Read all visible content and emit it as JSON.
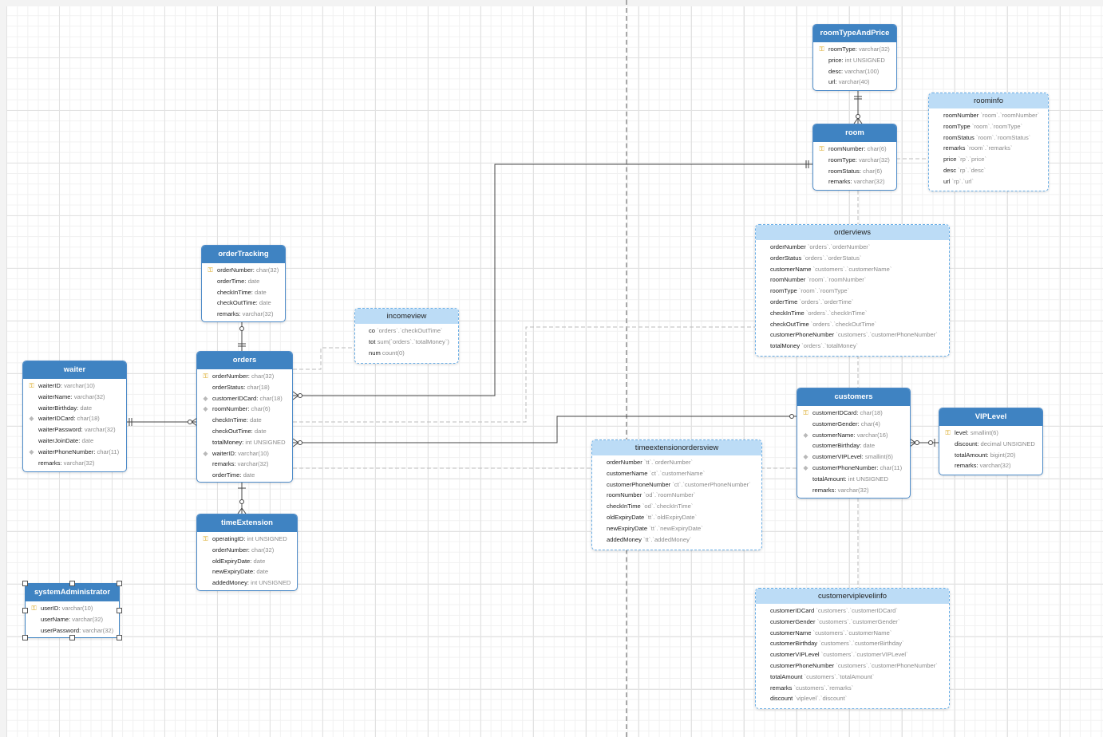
{
  "tables": {
    "roomTypeAndPrice": {
      "title": "roomTypeAndPrice",
      "rows": [
        {
          "name": "roomType",
          "type": "varchar(32)",
          "marker": "key"
        },
        {
          "name": "price",
          "type": "int UNSIGNED",
          "marker": ""
        },
        {
          "name": "desc",
          "type": "varchar(100)",
          "marker": ""
        },
        {
          "name": "url",
          "type": "varchar(40)",
          "marker": ""
        }
      ]
    },
    "room": {
      "title": "room",
      "rows": [
        {
          "name": "roomNumber",
          "type": "char(6)",
          "marker": "key"
        },
        {
          "name": "roomType",
          "type": "varchar(32)",
          "marker": ""
        },
        {
          "name": "roomStatus",
          "type": "char(6)",
          "marker": ""
        },
        {
          "name": "remarks",
          "type": "varchar(32)",
          "marker": ""
        }
      ]
    },
    "orderTracking": {
      "title": "orderTracking",
      "rows": [
        {
          "name": "orderNumber",
          "type": "char(32)",
          "marker": "key"
        },
        {
          "name": "orderTime",
          "type": "date",
          "marker": ""
        },
        {
          "name": "checkInTime",
          "type": "date",
          "marker": ""
        },
        {
          "name": "checkOutTime",
          "type": "date",
          "marker": ""
        },
        {
          "name": "remarks",
          "type": "varchar(32)",
          "marker": ""
        }
      ]
    },
    "orders": {
      "title": "orders",
      "rows": [
        {
          "name": "orderNumber",
          "type": "char(32)",
          "marker": "key"
        },
        {
          "name": "orderStatus",
          "type": "char(18)",
          "marker": ""
        },
        {
          "name": "customerIDCard",
          "type": "char(18)",
          "marker": "fk"
        },
        {
          "name": "roomNumber",
          "type": "char(6)",
          "marker": "fk"
        },
        {
          "name": "checkInTime",
          "type": "date",
          "marker": ""
        },
        {
          "name": "checkOutTime",
          "type": "date",
          "marker": ""
        },
        {
          "name": "totalMoney",
          "type": "int UNSIGNED",
          "marker": ""
        },
        {
          "name": "waiterID",
          "type": "varchar(10)",
          "marker": "fk"
        },
        {
          "name": "remarks",
          "type": "varchar(32)",
          "marker": ""
        },
        {
          "name": "orderTime",
          "type": "date",
          "marker": ""
        }
      ]
    },
    "waiter": {
      "title": "waiter",
      "rows": [
        {
          "name": "waiterID",
          "type": "varchar(10)",
          "marker": "key"
        },
        {
          "name": "waiterName",
          "type": "varchar(32)",
          "marker": ""
        },
        {
          "name": "waiterBirthday",
          "type": "date",
          "marker": ""
        },
        {
          "name": "waiterIDCard",
          "type": "char(18)",
          "marker": "fk"
        },
        {
          "name": "waiterPassword",
          "type": "varchar(32)",
          "marker": ""
        },
        {
          "name": "waiterJoinDate",
          "type": "date",
          "marker": ""
        },
        {
          "name": "waiterPhoneNumber",
          "type": "char(11)",
          "marker": "fk"
        },
        {
          "name": "remarks",
          "type": "varchar(32)",
          "marker": ""
        }
      ]
    },
    "timeExtension": {
      "title": "timeExtension",
      "rows": [
        {
          "name": "operatingID",
          "type": "int UNSIGNED",
          "marker": "key"
        },
        {
          "name": "orderNumber",
          "type": "char(32)",
          "marker": ""
        },
        {
          "name": "oldExpiryDate",
          "type": "date",
          "marker": ""
        },
        {
          "name": "newExpiryDate",
          "type": "date",
          "marker": ""
        },
        {
          "name": "addedMoney",
          "type": "int UNSIGNED",
          "marker": ""
        }
      ]
    },
    "systemAdministrator": {
      "title": "systemAdministrator",
      "rows": [
        {
          "name": "userID",
          "type": "varchar(10)",
          "marker": "key"
        },
        {
          "name": "userName",
          "type": "varchar(32)",
          "marker": ""
        },
        {
          "name": "userPassword",
          "type": "varchar(32)",
          "marker": ""
        }
      ]
    },
    "customers": {
      "title": "customers",
      "rows": [
        {
          "name": "customerIDCard",
          "type": "char(18)",
          "marker": "key"
        },
        {
          "name": "customerGender",
          "type": "char(4)",
          "marker": ""
        },
        {
          "name": "customerName",
          "type": "varchar(16)",
          "marker": "fk"
        },
        {
          "name": "customerBirthday",
          "type": "date",
          "marker": ""
        },
        {
          "name": "customerVIPLevel",
          "type": "smallint(6)",
          "marker": "fk"
        },
        {
          "name": "customerPhoneNumber",
          "type": "char(11)",
          "marker": "fk"
        },
        {
          "name": "totalAmount",
          "type": "int UNSIGNED",
          "marker": ""
        },
        {
          "name": "remarks",
          "type": "varchar(32)",
          "marker": ""
        }
      ]
    },
    "VIPLevel": {
      "title": "VIPLevel",
      "rows": [
        {
          "name": "level",
          "type": "smallint(6)",
          "marker": "key"
        },
        {
          "name": "discount",
          "type": "decimal UNSIGNED",
          "marker": ""
        },
        {
          "name": "totalAmount",
          "type": "bigint(20)",
          "marker": ""
        },
        {
          "name": "remarks",
          "type": "varchar(32)",
          "marker": ""
        }
      ]
    }
  },
  "views": {
    "roominfo": {
      "title": "roominfo",
      "rows": [
        {
          "name": "roomNumber",
          "expr": "`room`.`roomNumber`"
        },
        {
          "name": "roomType",
          "expr": "`room`.`roomType`"
        },
        {
          "name": "roomStatus",
          "expr": "`room`.`roomStatus`"
        },
        {
          "name": "remarks",
          "expr": "`room`.`remarks`"
        },
        {
          "name": "price",
          "expr": "`rp`.`price`"
        },
        {
          "name": "desc",
          "expr": "`rp`.`desc`"
        },
        {
          "name": "url",
          "expr": "`rp`.`url`"
        }
      ]
    },
    "orderviews": {
      "title": "orderviews",
      "rows": [
        {
          "name": "orderNumber",
          "expr": "`orders`.`orderNumber`"
        },
        {
          "name": "orderStatus",
          "expr": "`orders`.`orderStatus`"
        },
        {
          "name": "customerName",
          "expr": "`customers`.`customerName`"
        },
        {
          "name": "roomNumber",
          "expr": "`room`.`roomNumber`"
        },
        {
          "name": "roomType",
          "expr": "`room`.`roomType`"
        },
        {
          "name": "orderTime",
          "expr": "`orders`.`orderTime`"
        },
        {
          "name": "checkInTime",
          "expr": "`orders`.`checkInTime`"
        },
        {
          "name": "checkOutTime",
          "expr": "`orders`.`checkOutTime`"
        },
        {
          "name": "customerPhoneNumber",
          "expr": "`customers`.`customerPhoneNumber`"
        },
        {
          "name": "totalMoney",
          "expr": "`orders`.`totalMoney`"
        }
      ]
    },
    "incomeview": {
      "title": "incomeview",
      "rows": [
        {
          "name": "co",
          "expr": "`orders`.`checkOutTime`"
        },
        {
          "name": "tot",
          "expr": "sum(`orders`.`totalMoney`)"
        },
        {
          "name": "num",
          "expr": "count(0)"
        }
      ]
    },
    "timeextensionordersview": {
      "title": "timeextensionordersview",
      "rows": [
        {
          "name": "orderNumber",
          "expr": "`tt`.`orderNumber`"
        },
        {
          "name": "customerName",
          "expr": "`ct`.`customerName`"
        },
        {
          "name": "customerPhoneNumber",
          "expr": "`ct`.`customerPhoneNumber`"
        },
        {
          "name": "roomNumber",
          "expr": "`od`.`roomNumber`"
        },
        {
          "name": "checkInTime",
          "expr": "`od`.`checkInTime`"
        },
        {
          "name": "oldExpiryDate",
          "expr": "`tt`.`oldExpiryDate`"
        },
        {
          "name": "newExpiryDate",
          "expr": "`tt`.`newExpiryDate`"
        },
        {
          "name": "addedMoney",
          "expr": "`tt`.`addedMoney`"
        }
      ]
    },
    "customerviplevelinfo": {
      "title": "customerviplevelinfo",
      "rows": [
        {
          "name": "customerIDCard",
          "expr": "`customers`.`customerIDCard`"
        },
        {
          "name": "customerGender",
          "expr": "`customers`.`customerGender`"
        },
        {
          "name": "customerName",
          "expr": "`customers`.`customerName`"
        },
        {
          "name": "customerBirthday",
          "expr": "`customers`.`customerBirthday`"
        },
        {
          "name": "customerVIPLevel",
          "expr": "`customers`.`customerVIPLevel`"
        },
        {
          "name": "customerPhoneNumber",
          "expr": "`customers`.`customerPhoneNumber`"
        },
        {
          "name": "totalAmount",
          "expr": "`customers`.`totalAmount`"
        },
        {
          "name": "remarks",
          "expr": "`customers`.`remarks`"
        },
        {
          "name": "discount",
          "expr": "`viplevel`.`discount`"
        }
      ]
    }
  },
  "icons": {
    "primary_key": "key-icon",
    "foreign_key": "diamond-icon"
  },
  "colors": {
    "table_header": "#3f83c2",
    "view_header": "#bcdcf6",
    "relationship_line": "#444444",
    "view_link": "#bbbbbb"
  }
}
